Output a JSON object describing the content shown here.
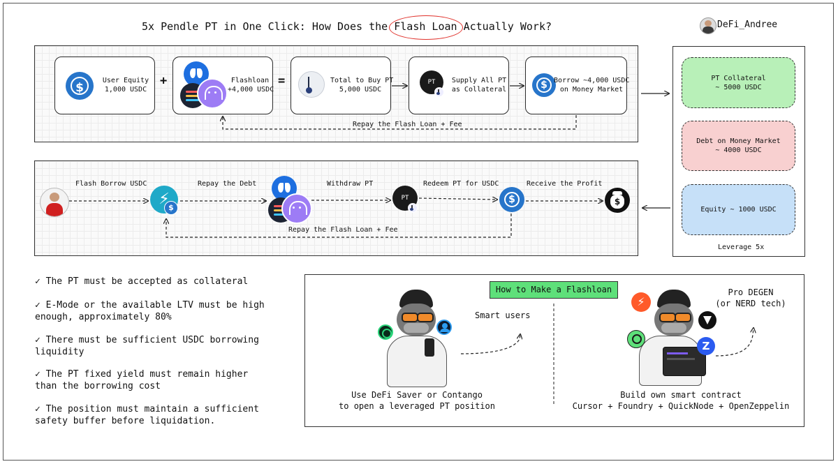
{
  "header": {
    "title_pre": "5x Pendle PT in One Click: How Does the ",
    "title_highlight": "Flash Loan",
    "title_post": " Actually Work?",
    "author": "DeFi_Andree"
  },
  "flow_top": {
    "equity": "User Equity\n1,000 USDC",
    "plus": "+",
    "flashloan": "Flashloan\n+4,000 USDC",
    "equals": "=",
    "total": "Total to Buy PT\n5,000 USDC",
    "supply": "Supply All PT\nas Collateral",
    "borrow": "Borrow ~4,000 USDC\non Money Market",
    "repay": "Repay the Flash Loan + Fee",
    "pt_badge": "PT"
  },
  "position": {
    "collateral": "PT Collateral\n~ 5000 USDC",
    "debt": "Debt on Money Market\n~ 4000 USDC",
    "equity": "Equity ~ 1000 USDC",
    "leverage": "Leverage 5x"
  },
  "flow_bottom": {
    "step1": "Flash Borrow USDC",
    "step2": "Repay the Debt",
    "step3": "Withdraw PT",
    "step4": "Redeem PT for USDC",
    "step5": "Receive the Profit",
    "repay": "Repay the Flash Loan + Fee",
    "pt_badge": "PT",
    "money_symbol": "$"
  },
  "requirements": [
    "✓ The PT must be accepted as collateral",
    "✓ E-Mode or the available LTV must be high enough, approximately 80%",
    "✓ There must be sufficient USDC borrowing liquidity",
    "✓ The PT fixed yield must remain higher than the borrowing cost",
    "✓ The position must maintain a sufficient safety buffer before liquidation."
  ],
  "howto": {
    "tag": "How to Make a Flashloan",
    "smart_users": "Smart users",
    "smart_caption": "Use DeFi Saver or Contango\nto open a leveraged PT position",
    "pro_label": "Pro DEGEN\n(or NERD tech)",
    "pro_caption": "Build own smart contract\nCursor + Foundry + QuickNode + OpenZeppelin"
  },
  "colors": {
    "usdc": "#2775ca",
    "collateral_green": "#b8f0b8",
    "debt_red": "#f8d0d0",
    "equity_blue": "#c6e0f8",
    "tag_green": "#5ee07a",
    "highlight_red": "#e0302a"
  }
}
